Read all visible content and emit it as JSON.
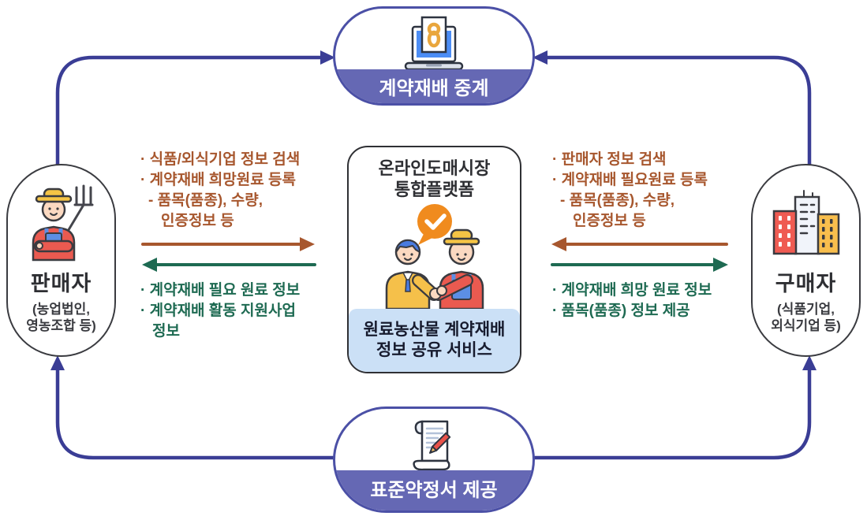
{
  "colors": {
    "connector": "#3A3D95",
    "pill_border": "#4B50A6",
    "pill_band": "#6568B4",
    "accent_brown": "#A7572E",
    "accent_green": "#1E6A52",
    "platform_band_bg": "#CBE0F6",
    "platform_band_text": "#171B2E",
    "outline_dark": "#3A3B40"
  },
  "nodes": {
    "broker": {
      "label": "계약재배 중계",
      "icon": "laptop-link-icon"
    },
    "agreement": {
      "label": "표준약정서 제공",
      "icon": "scroll-pencil-icon"
    },
    "seller": {
      "title": "판매자",
      "subtitle1": "(농업법인,",
      "subtitle2": "영농조합 등)",
      "icon": "farmer-icon"
    },
    "buyer": {
      "title": "구매자",
      "subtitle1": "(식품기업,",
      "subtitle2": "외식기업 등)",
      "icon": "buildings-icon"
    },
    "platform": {
      "title1": "온라인도매시장",
      "title2": "통합플랫폼",
      "band1": "원료농산물 계약재배",
      "band2": "정보 공유 서비스",
      "icon": "handshake-check-icon"
    }
  },
  "exchange": {
    "seller_to_platform": {
      "color": "#A7572E",
      "lines": [
        "· 식품/외식기업 정보 검색",
        "· 계약재배 희망원료 등록",
        "- 품목(품종), 수량,",
        "인증정보 등"
      ]
    },
    "platform_to_seller": {
      "color": "#1E6A52",
      "lines": [
        "· 계약재배 필요 원료 정보",
        "· 계약재배 활동 지원사업",
        "정보"
      ]
    },
    "buyer_to_platform": {
      "color": "#A7572E",
      "lines": [
        "· 판매자 정보 검색",
        "· 계약재배 필요원료 등록",
        "- 품목(품종), 수량,",
        "인증정보 등"
      ]
    },
    "platform_to_buyer": {
      "color": "#1E6A52",
      "lines": [
        "· 계약재배 희망 원료 정보",
        "· 품목(품종) 정보 제공"
      ]
    }
  },
  "flows": [
    {
      "from": "판매자",
      "to": "계약재배 중계"
    },
    {
      "from": "구매자",
      "to": "계약재배 중계"
    },
    {
      "from": "표준약정서 제공",
      "to": "판매자"
    },
    {
      "from": "표준약정서 제공",
      "to": "구매자"
    }
  ]
}
